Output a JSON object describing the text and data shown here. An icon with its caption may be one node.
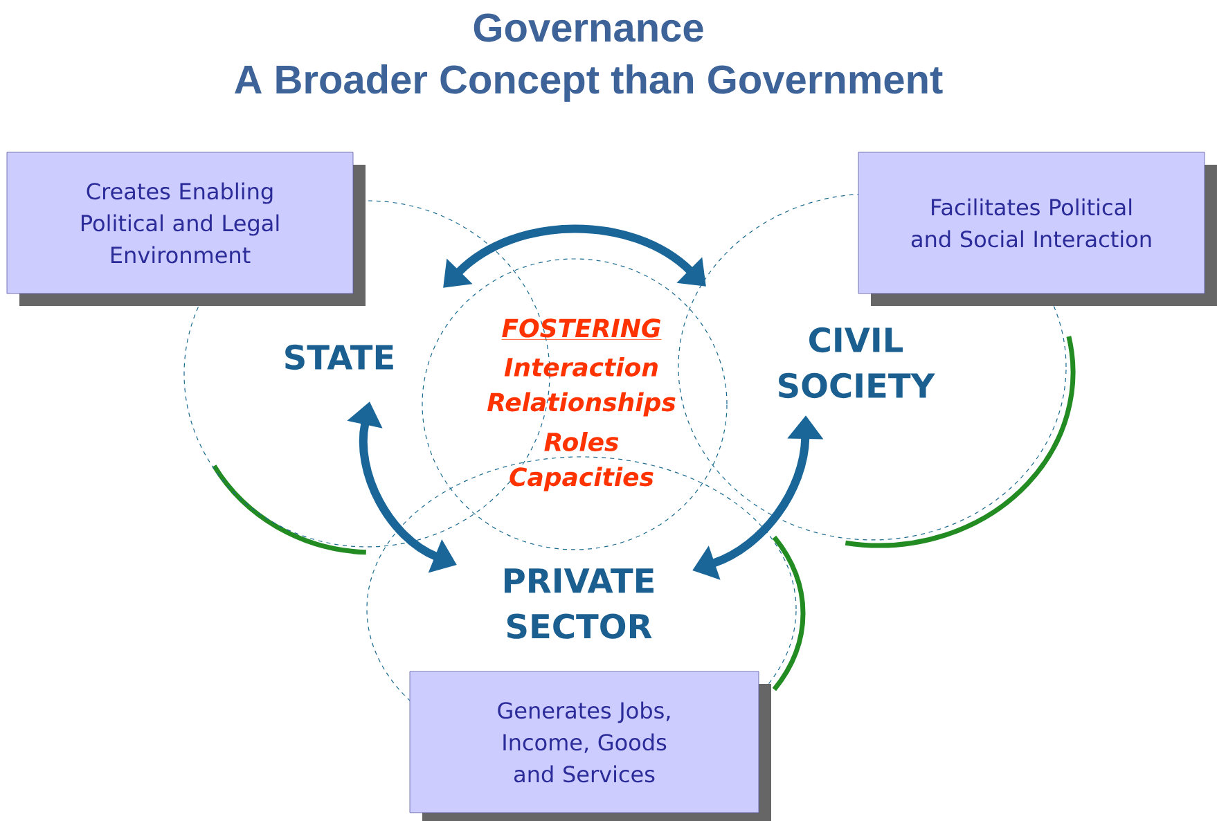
{
  "diagram": {
    "title": "Governance",
    "labels": [
      "A Broader Concept than Government"
    ],
    "nodes": [
      {
        "text": [
          "STATE"
        ]
      },
      {
        "text": [
          "CIVIL SOCIETY"
        ]
      },
      {
        "text": [
          "PRIVATE SECTOR"
        ]
      },
      {
        "text": [
          "FOSTERING",
          "Interaction",
          "Relationships",
          "Roles",
          "Capacities"
        ]
      },
      {
        "text": [
          "Creates Enabling Political and Legal Environment"
        ]
      },
      {
        "text": [
          "Facilitates Political and Social Interaction"
        ]
      },
      {
        "text": [
          "Generates Jobs, Income, Goods and Services"
        ]
      }
    ],
    "edges": [
      {
        "from": 0,
        "to": 1,
        "arrow": "both"
      },
      {
        "from": 0,
        "to": 2,
        "arrow": "both"
      },
      {
        "from": 1,
        "to": 2,
        "arrow": "both"
      }
    ]
  }
}
